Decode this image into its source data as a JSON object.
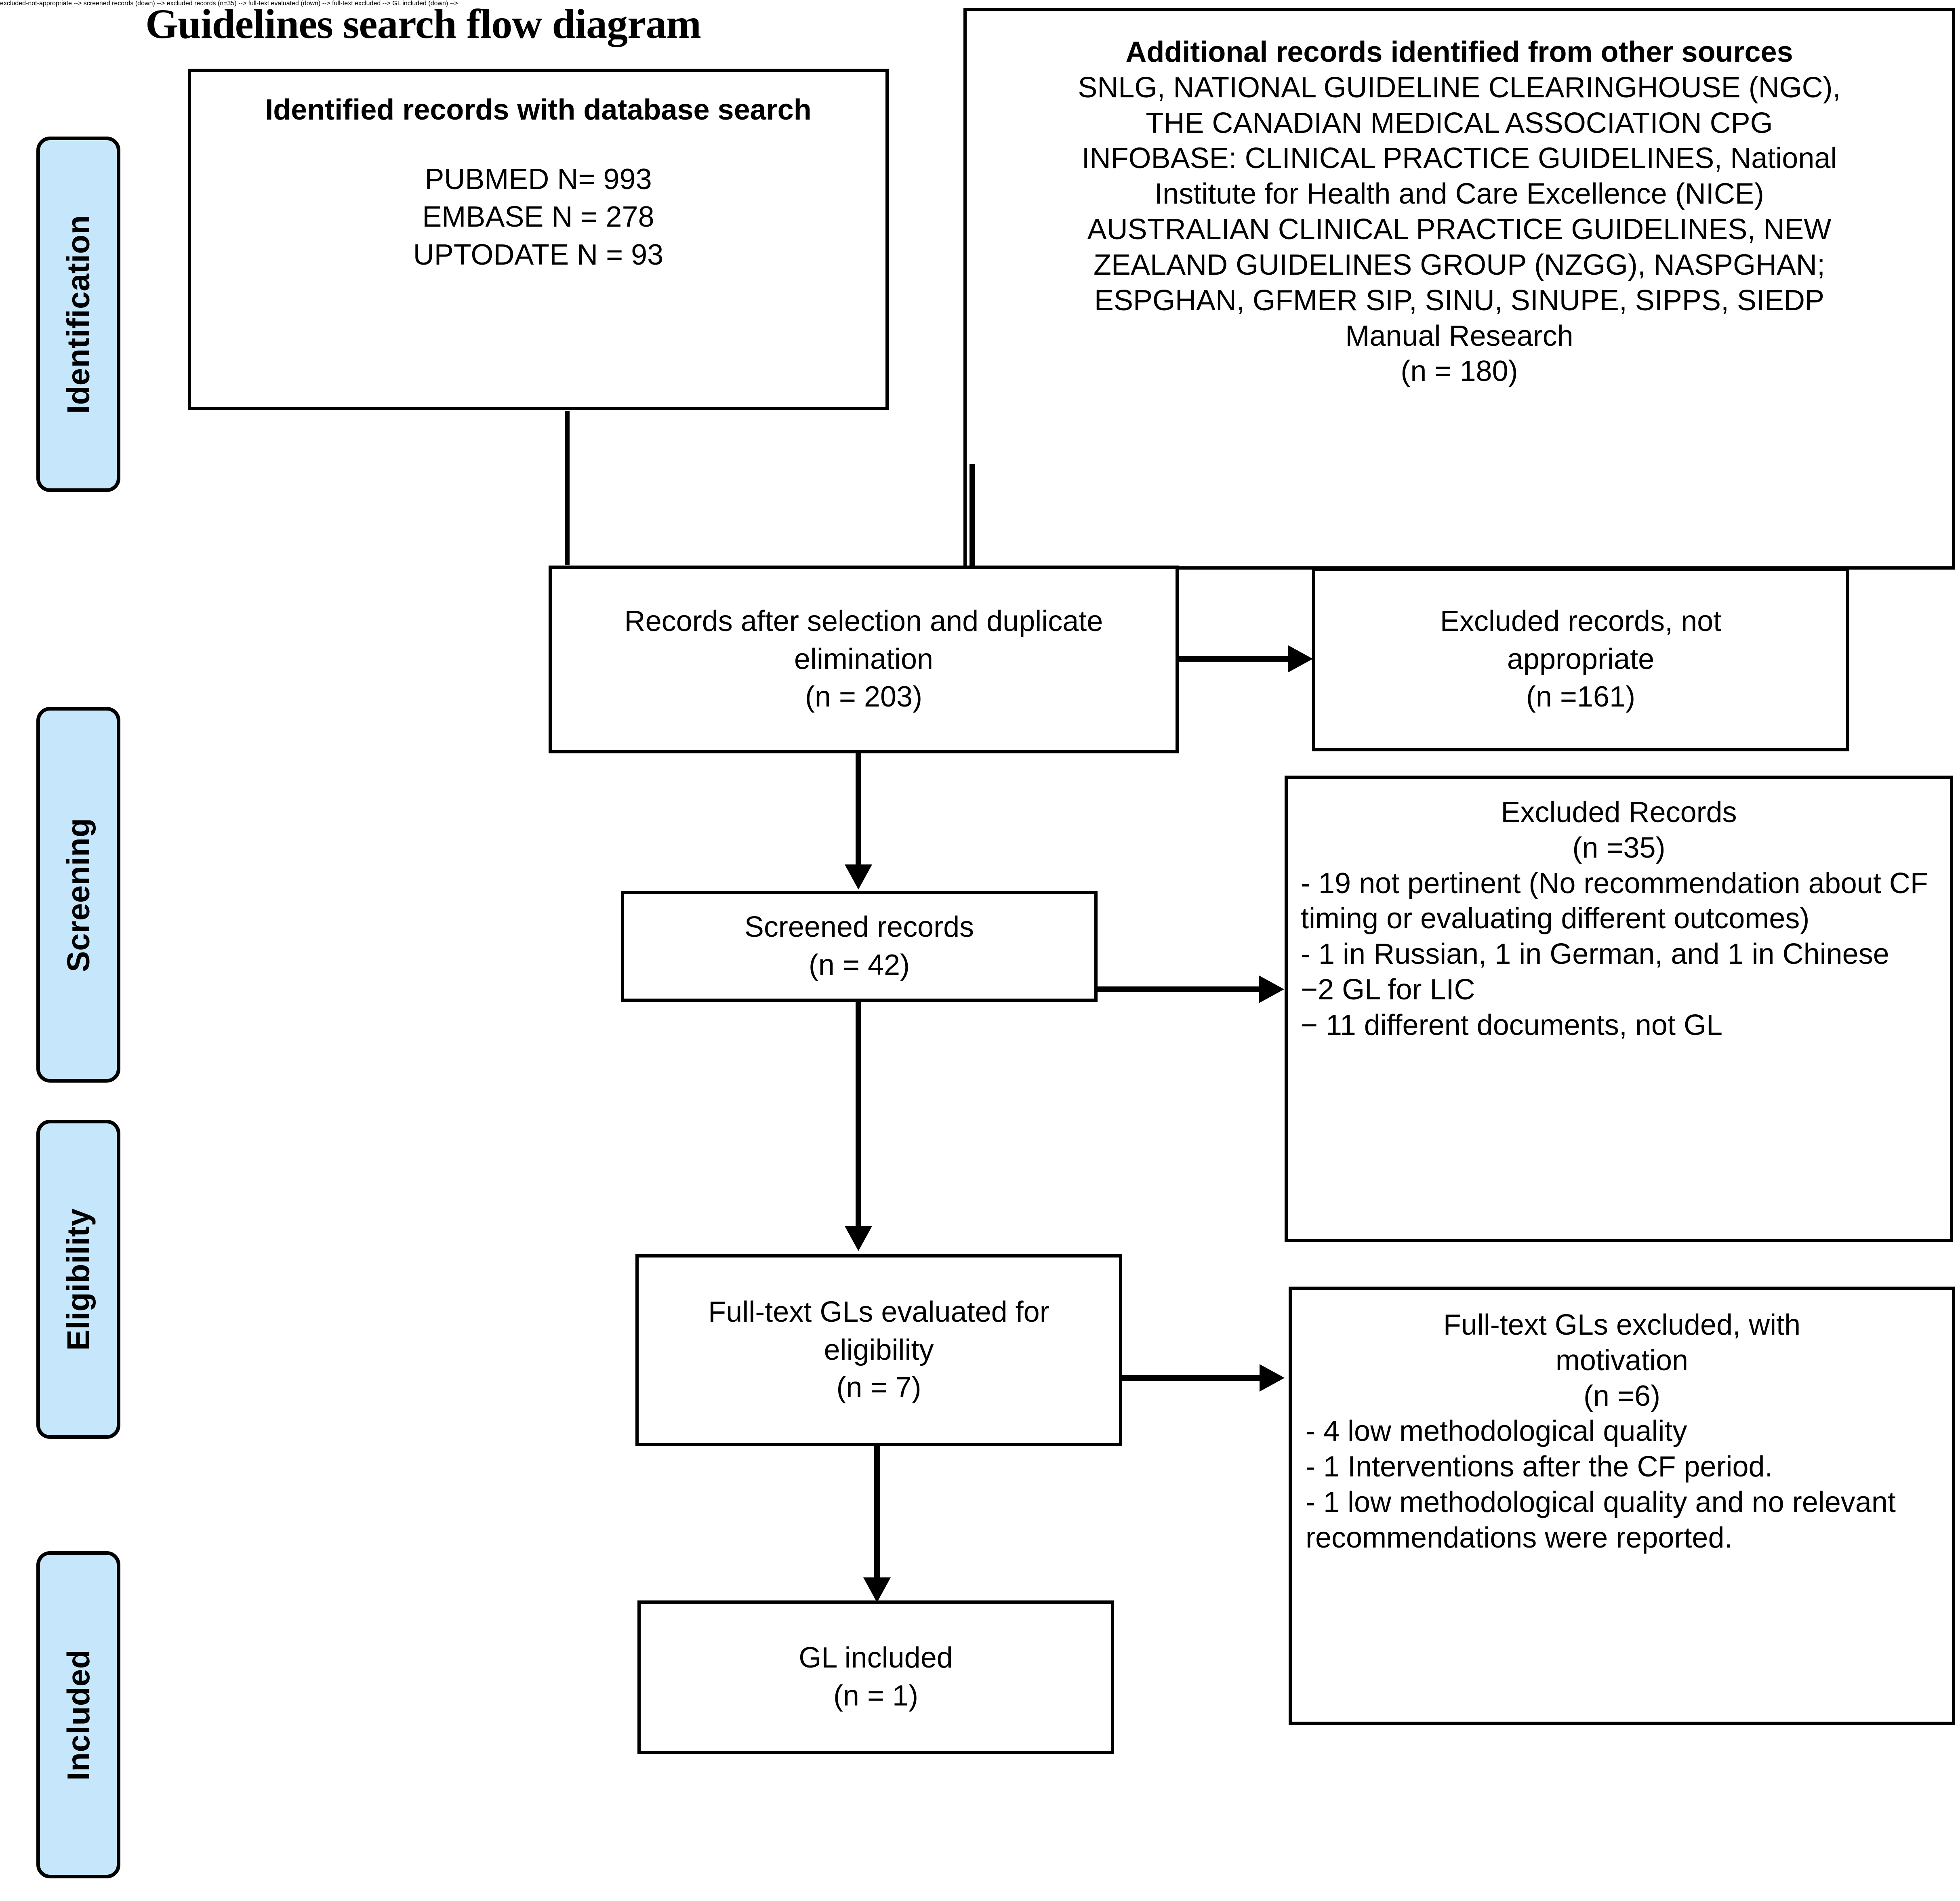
{
  "title": "Guidelines search flow diagram",
  "stages": [
    {
      "label": "Identification"
    },
    {
      "label": "Screening"
    },
    {
      "label": "Eligibility"
    },
    {
      "label": "Included"
    }
  ],
  "boxes": {
    "identified_records": {
      "heading": "Identified records with database search",
      "lines": [
        "PUBMED N= 993",
        "EMBASE N = 278",
        "UPTODATE N = 93"
      ]
    },
    "additional_records": {
      "heading": "Additional records identified from other sources",
      "lines": [
        "SNLG, NATIONAL GUIDELINE CLEARINGHOUSE (NGC),",
        "THE CANADIAN MEDICAL ASSOCIATION CPG",
        "INFOBASE: CLINICAL PRACTICE GUIDELINES, National",
        "Institute for Health and Care Excellence (NICE)",
        "AUSTRALIAN CLINICAL PRACTICE GUIDELINES, NEW",
        "ZEALAND GUIDELINES GROUP (NZGG), NASPGHAN;",
        "ESPGHAN, GFMER SIP, SINU, SINUPE, SIPPS, SIEDP",
        "Manual Research",
        "(n = 180)"
      ]
    },
    "records_after_selection": {
      "lines": [
        "Records after selection and duplicate",
        "elimination",
        "(n = 203)"
      ]
    },
    "excluded_not_appropriate": {
      "lines": [
        "Excluded records, not",
        "appropriate",
        "(n =161)"
      ]
    },
    "screened_records": {
      "lines": [
        "Screened records",
        "(n = 42)"
      ]
    },
    "excluded_records_35": {
      "heading_lines": [
        "Excluded Records",
        "(n =35)"
      ],
      "bullets": [
        "- 19 not pertinent (No recommendation about CF timing or evaluating different outcomes)",
        "- 1 in Russian, 1 in German, and 1 in Chinese",
        "−2 GL for LIC",
        "− 11 different documents, not GL"
      ]
    },
    "fulltext_evaluated": {
      "lines": [
        "Full-text GLs evaluated for",
        "eligibility",
        "(n = 7)"
      ]
    },
    "fulltext_excluded": {
      "heading_lines": [
        "Full-text GLs excluded, with",
        "motivation",
        "(n =6)"
      ],
      "bullets": [
        "- 4 low methodological quality",
        "- 1 Interventions after the CF period.",
        "- 1 low methodological quality and no relevant recommendations were reported."
      ]
    },
    "gl_included": {
      "lines": [
        "GL included",
        "(n = 1)"
      ]
    }
  },
  "colors": {
    "stage_fill": "#c6e7fb",
    "stroke": "#000000",
    "background": "#ffffff"
  }
}
